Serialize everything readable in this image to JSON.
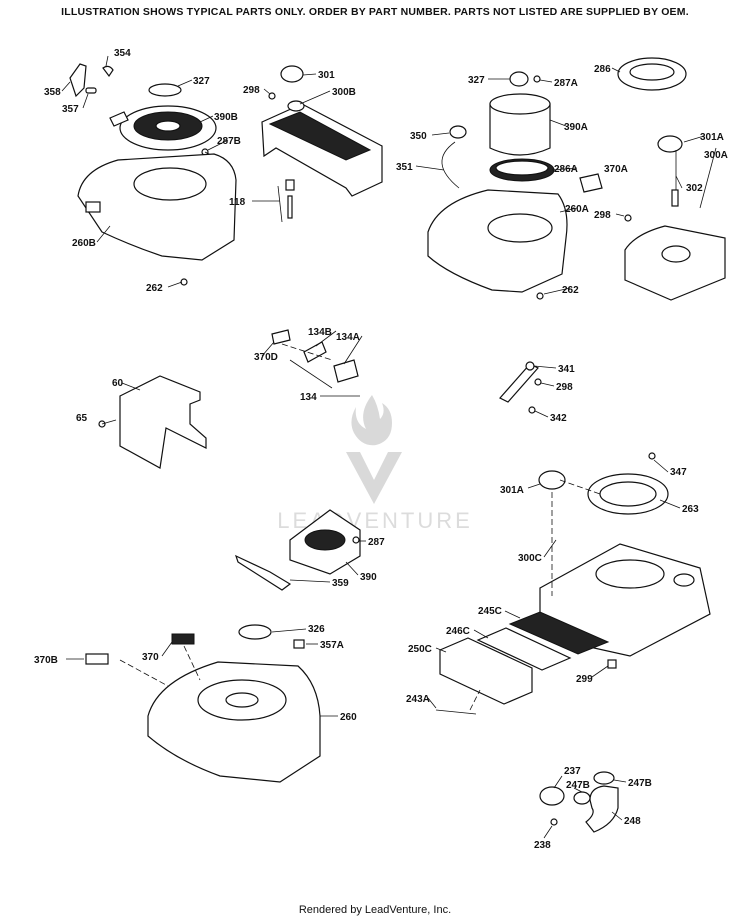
{
  "header": {
    "text": "ILLUSTRATION SHOWS TYPICAL PARTS ONLY. ORDER BY PART NUMBER. PARTS NOT LISTED ARE SUPPLIED BY OEM."
  },
  "watermark": {
    "text": "LEADVENTURE"
  },
  "footer": {
    "text": "Rendered by LeadVenture, Inc."
  },
  "labels": {
    "p354": "354",
    "p358": "358",
    "p357": "357",
    "p327a": "327",
    "p390b": "390B",
    "p287b": "287B",
    "p260b": "260B",
    "p262a": "262",
    "p298a": "298",
    "p301": "301",
    "p300b": "300B",
    "p118": "118",
    "p327b": "327",
    "p287a": "287A",
    "p286": "286",
    "p350": "350",
    "p390a": "390A",
    "p351": "351",
    "p286a": "286A",
    "p370a": "370A",
    "p260a": "260A",
    "p262b": "262",
    "p301a1": "301A",
    "p300a": "300A",
    "p302": "302",
    "p298b": "298",
    "p134b": "134B",
    "p134a": "134A",
    "p370d": "370D",
    "p134": "134",
    "p60": "60",
    "p65": "65",
    "p341": "341",
    "p298c": "298",
    "p342": "342",
    "p347": "347",
    "p301a2": "301A",
    "p263": "263",
    "p300c": "300C",
    "p287": "287",
    "p359": "359",
    "p390": "390",
    "p245c": "245C",
    "p246c": "246C",
    "p250c": "250C",
    "p299": "299",
    "p243a": "243A",
    "p326": "326",
    "p357a": "357A",
    "p370b": "370B",
    "p370": "370",
    "p260": "260",
    "p237": "237",
    "p247b1": "247B",
    "p247b2": "247B",
    "p248": "248",
    "p238": "238"
  }
}
